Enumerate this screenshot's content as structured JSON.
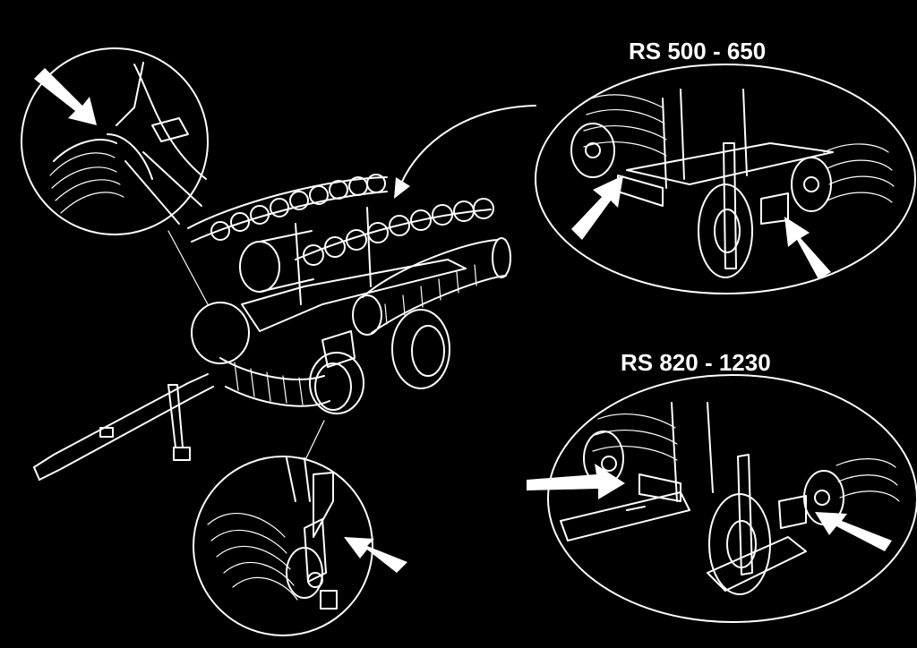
{
  "labels": {
    "top_right": "RS 500 - 650",
    "bottom_right": "RS 820 - 1230"
  },
  "colors": {
    "background": "#000000",
    "linework": "#ffffff"
  },
  "callouts": [
    {
      "name": "detail-top-left-circle",
      "content": "roller bearing bracket close-up"
    },
    {
      "name": "detail-bottom-center-circle",
      "content": "roller axle mount close-up"
    },
    {
      "name": "detail-rs500-650-ellipse",
      "content": "RS 500 - 650 axle mounts"
    },
    {
      "name": "detail-rs820-1230-ellipse",
      "content": "RS 820 - 1230 axle mounts"
    }
  ]
}
